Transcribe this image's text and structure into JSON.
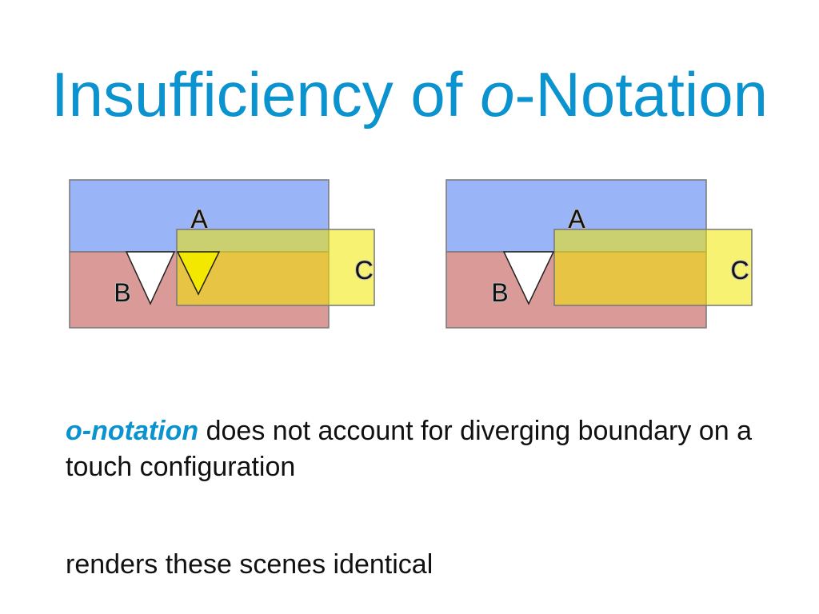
{
  "title": {
    "prefix": "Insufficiency of ",
    "emphasis": "o",
    "suffix": "-Notation"
  },
  "colors": {
    "title": "#0a93cf",
    "region_a": "#9ab4f8",
    "region_b": "#d99a98",
    "region_c": "#f8f38c",
    "region_c_overlay": "#eee46d",
    "extra_vertex": "#f3e800"
  },
  "scenes": [
    {
      "labels": {
        "a": "A",
        "b": "B",
        "c": "C"
      }
    },
    {
      "labels": {
        "a": "A",
        "b": "B",
        "c": "C"
      }
    }
  ],
  "body": {
    "term": "o-notation",
    "line1_rest": " does not account for diverging boundary on a touch configuration",
    "line2": "renders these scenes identical"
  }
}
